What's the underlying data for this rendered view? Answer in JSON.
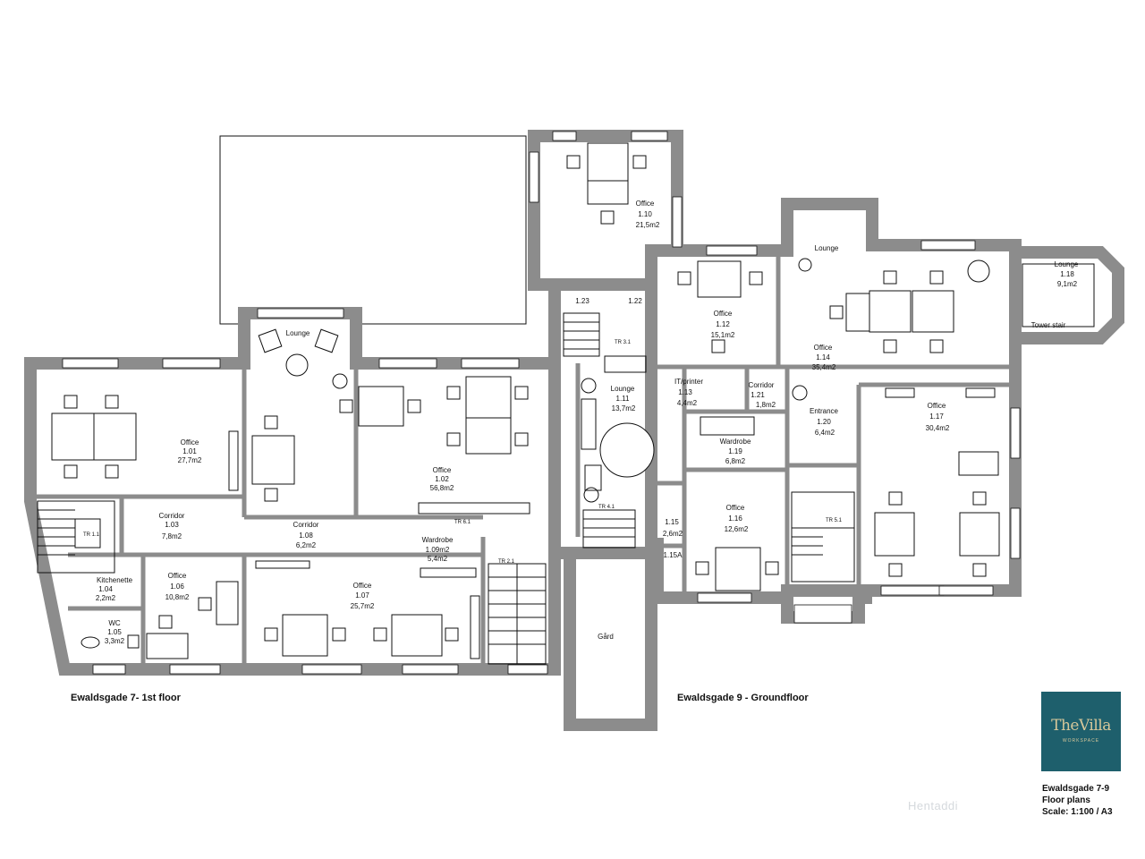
{
  "captions": {
    "left": "Ewaldsgade 7- 1st floor",
    "right": "Ewaldsgade 9 - Groundfloor"
  },
  "logo": {
    "name": "TheVilla",
    "tagline": "WORKSPACE",
    "bg_color": "#1e5f6c",
    "text_color": "#d6c79a"
  },
  "info": {
    "line1": "Ewaldsgade 7-9",
    "line2": "Floor plans",
    "line3": "Scale: 1:100 / A3"
  },
  "watermark": "Hentaddi",
  "rooms": {
    "r101": {
      "name": "Office",
      "num": "1.01",
      "area": "27,7m2"
    },
    "r102": {
      "name": "Office",
      "num": "1.02",
      "area": "56,8m2"
    },
    "r103": {
      "name": "Corridor",
      "num": "1.03",
      "area": "7,8m2"
    },
    "r104": {
      "name": "Kitchenette",
      "num": "1.04",
      "area": "2,2m2"
    },
    "r105": {
      "name": "WC",
      "num": "1.05",
      "area": "3,3m2"
    },
    "r106": {
      "name": "Office",
      "num": "1.06",
      "area": "10,8m2"
    },
    "r107": {
      "name": "Office",
      "num": "1.07",
      "area": "25,7m2"
    },
    "r108": {
      "name": "Corridor",
      "num": "1.08",
      "area": "6,2m2"
    },
    "r109": {
      "name": "Wardrobe",
      "num": "1.09m2",
      "area": "5,4m2"
    },
    "r110": {
      "name": "Office",
      "num": "1.10",
      "area": "21,5m2"
    },
    "r111": {
      "name": "Lounge",
      "num": "1.11",
      "area": "13,7m2"
    },
    "r112": {
      "name": "Office",
      "num": "1.12",
      "area": "15,1m2"
    },
    "r113": {
      "name": "IT/printer",
      "num": "1.13",
      "area": "4,4m2"
    },
    "r114": {
      "name": "Office",
      "num": "1.14",
      "area": "35,4m2"
    },
    "r115": {
      "name": "1.15",
      "area": "2,6m2"
    },
    "r115a": {
      "name": "1.15A"
    },
    "r116": {
      "name": "Office",
      "num": "1.16",
      "area": "12,6m2"
    },
    "r117": {
      "name": "Office",
      "num": "1.17",
      "area": "30,4m2"
    },
    "r118": {
      "name": "Lounge",
      "num": "1.18",
      "area": "9,1m2"
    },
    "r119": {
      "name": "Wardrobe",
      "num": "1.19",
      "area": "6,8m2"
    },
    "r120": {
      "name": "Entrance",
      "num": "1.20",
      "area": "6,4m2"
    },
    "r121": {
      "name": "Corridor",
      "num": "1.21",
      "area": "1,8m2"
    },
    "r122": {
      "name": "1.22"
    },
    "r123": {
      "name": "1.23"
    },
    "lounge_top": {
      "name": "Lounge"
    },
    "lounge_mid": {
      "name": "Lounge"
    },
    "tower_stair": {
      "name": "Tower stair"
    },
    "gard": {
      "name": "Gård"
    },
    "tr1": {
      "name": "TR 1.1"
    },
    "tr2": {
      "name": "TR 2.1"
    },
    "tr3": {
      "name": "TR 3.1"
    },
    "tr4": {
      "name": "TR 4.1"
    },
    "tr5": {
      "name": "TR 5.1"
    },
    "tr6": {
      "name": "TR 6.1"
    }
  }
}
